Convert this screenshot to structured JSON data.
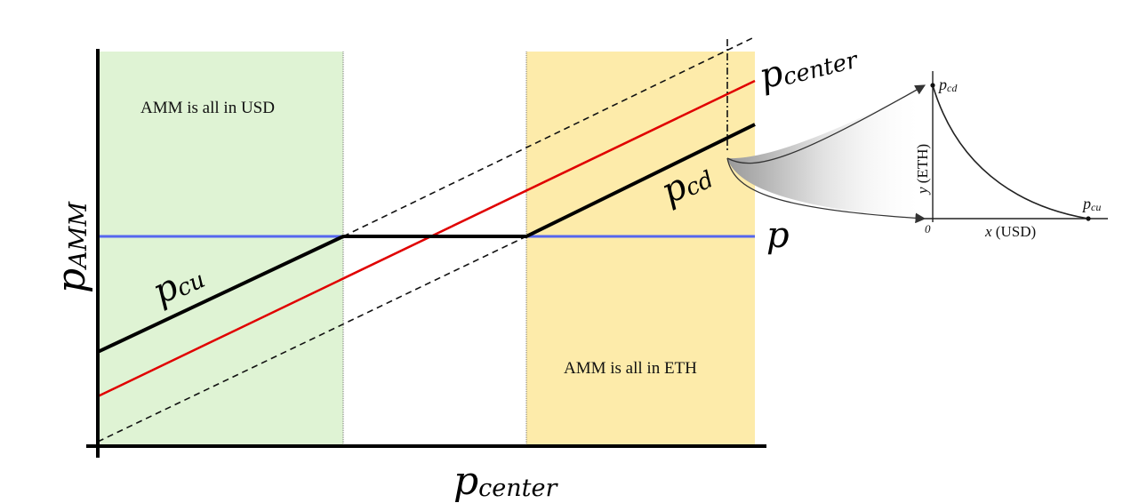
{
  "colors": {
    "usd_region": "#dff3d4",
    "eth_region": "#fdebaa",
    "market_price": "#e00000",
    "p_line": "#5566ee",
    "amm_price": "#000000"
  },
  "main": {
    "region_usd": "AMM is all in USD",
    "region_eth": "AMM is all in ETH",
    "x_axis": {
      "main": "p",
      "sub": "center"
    },
    "y_axis": {
      "main": "p",
      "sub": "AMM"
    },
    "label_pcu": {
      "main": "p",
      "sub": "cu"
    },
    "label_pcd": {
      "main": "p",
      "sub": "cd"
    },
    "label_pcenter": {
      "main": "p",
      "sub": "center"
    },
    "label_p": "p"
  },
  "inset": {
    "y_axis": {
      "var": "y",
      "unit": " (ETH)"
    },
    "x_axis": {
      "var": "x",
      "unit": " (USD)"
    },
    "origin": "0",
    "point_top": {
      "main": "p",
      "sub": "cd"
    },
    "point_right": {
      "main": "p",
      "sub": "cu"
    }
  }
}
